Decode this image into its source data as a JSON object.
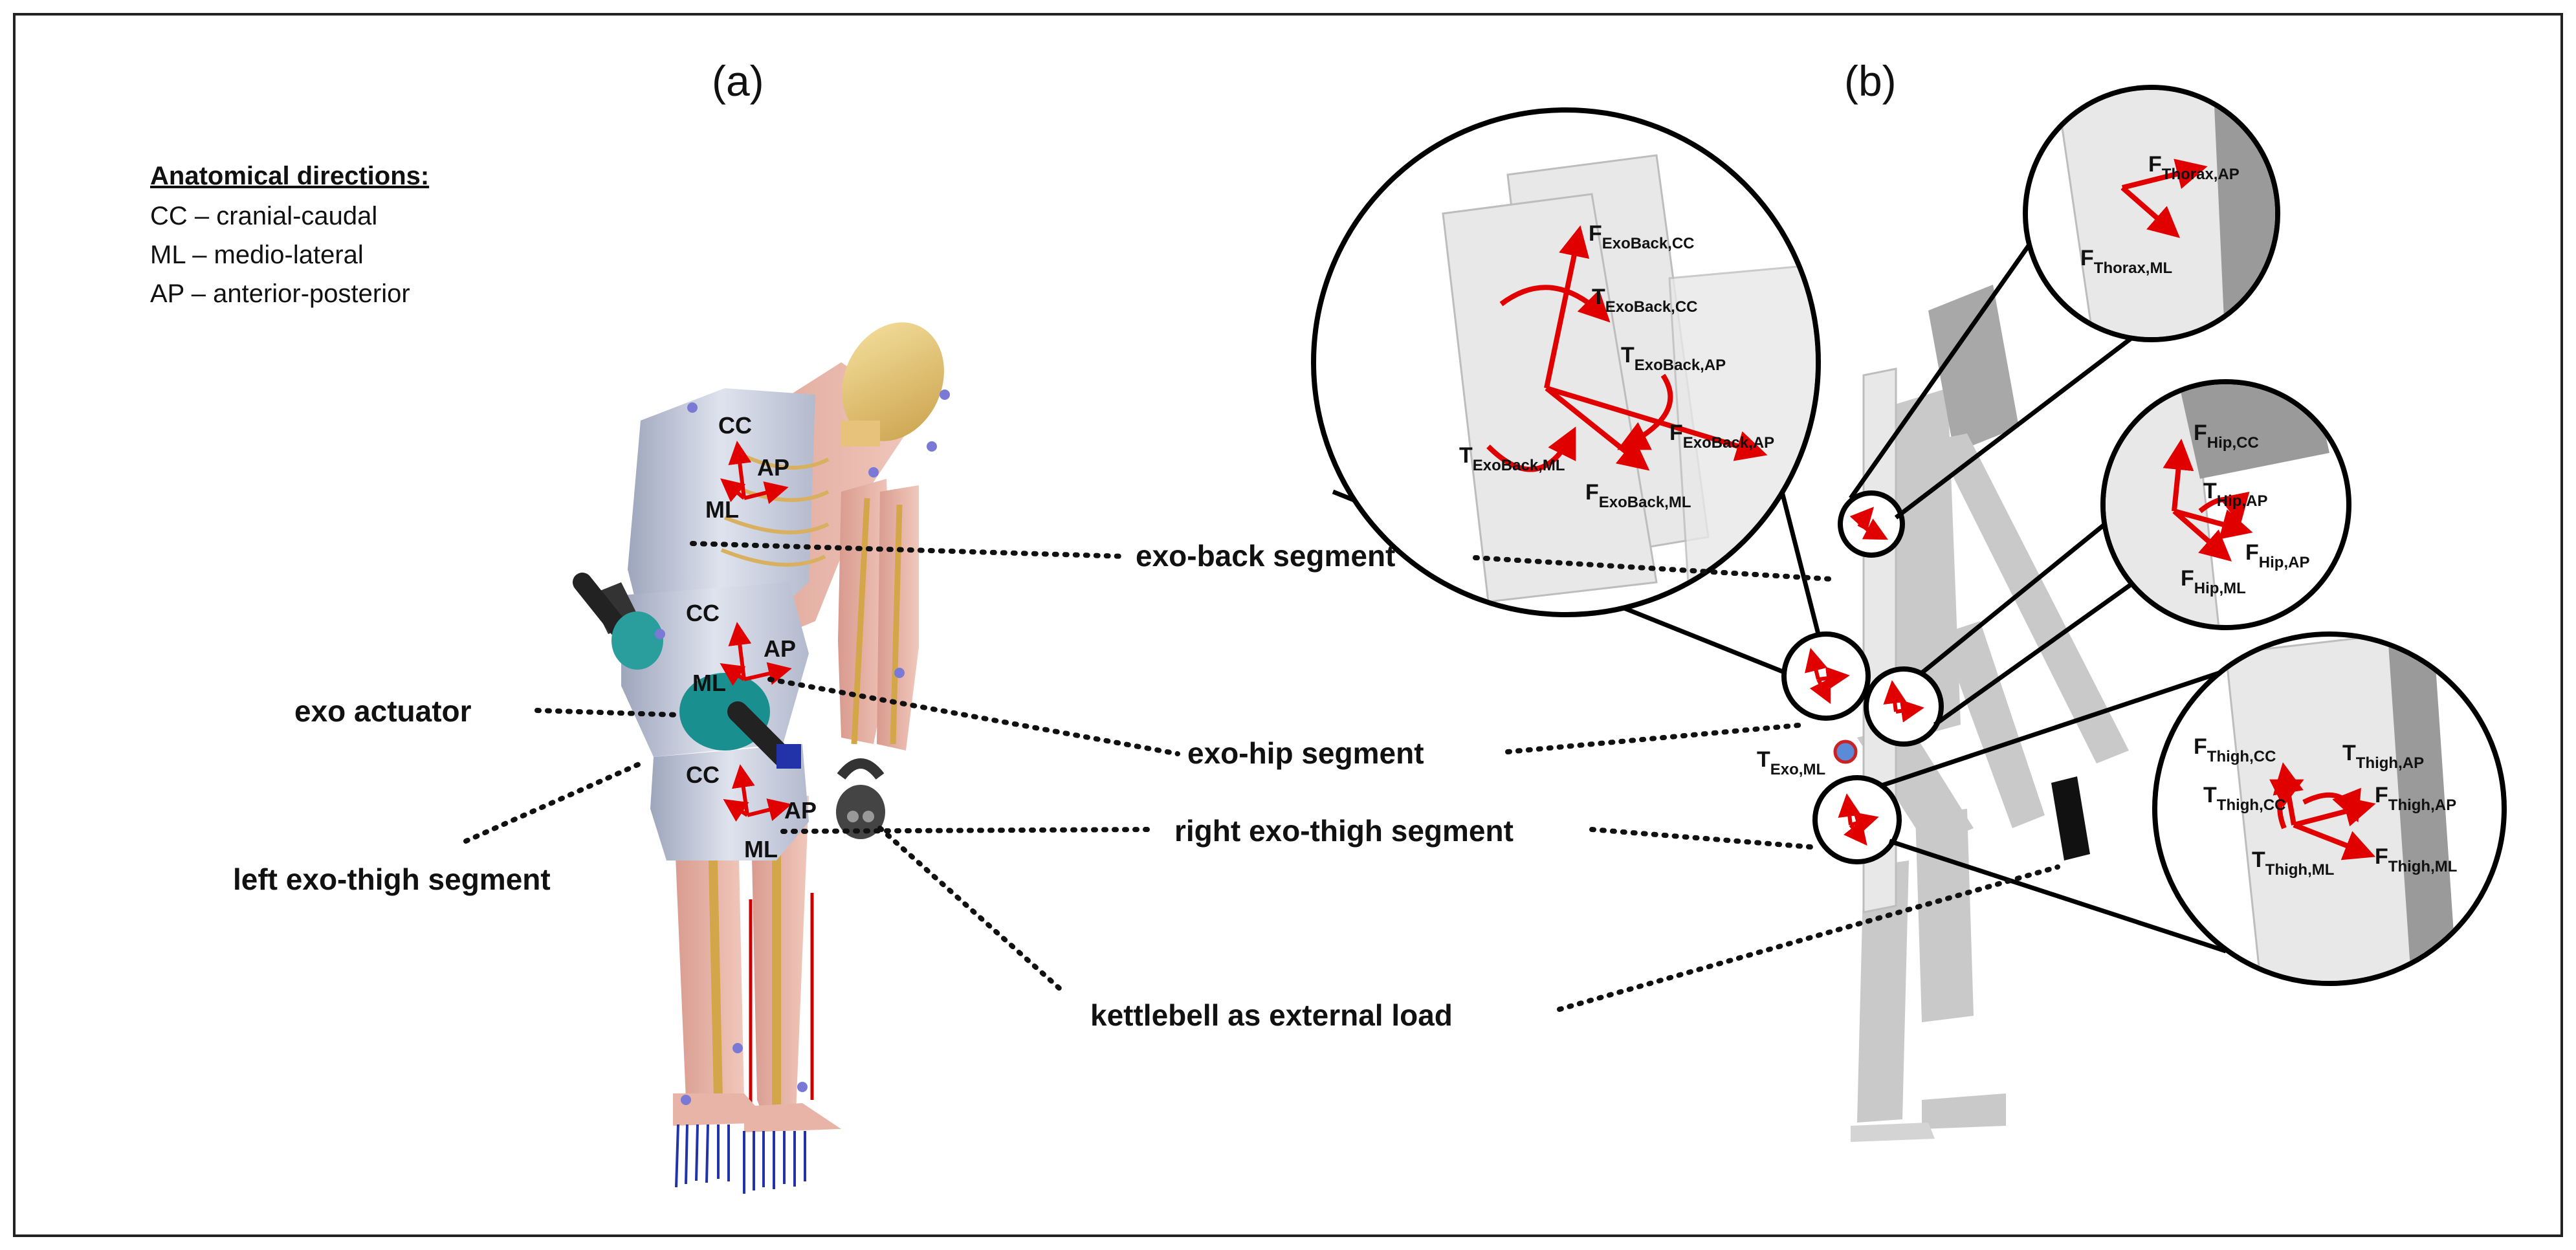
{
  "panels": {
    "a": "(a)",
    "b": "(b)"
  },
  "legend": {
    "title": "Anatomical directions:",
    "items": [
      "CC – cranial-caudal",
      "ML – medio-lateral",
      "AP – anterior-posterior"
    ]
  },
  "labels": {
    "exo_back": "exo-back segment",
    "exo_actuator": "exo actuator",
    "exo_hip": "exo-hip segment",
    "right_exo_thigh": "right exo-thigh segment",
    "left_exo_thigh": "left exo-thigh segment",
    "kettlebell": "kettlebell as external load"
  },
  "axes": {
    "cc": "CC",
    "ml": "ML",
    "ap": "AP"
  },
  "symbols": {
    "f": "F",
    "t": "T",
    "exoback_cc": "ExoBack,CC",
    "exoback_ap": "ExoBack,AP",
    "exoback_ml": "ExoBack,ML",
    "thorax_ap": "Thorax,AP",
    "thorax_ml": "Thorax,ML",
    "hip_cc": "Hip,CC",
    "hip_ap": "Hip,AP",
    "hip_ml": "Hip,ML",
    "exo_ml": "Exo,ML",
    "thigh_cc": "Thigh,CC",
    "thigh_ap": "Thigh,AP",
    "thigh_ml": "Thigh,ML"
  },
  "colors": {
    "force_arrow": "#e00000",
    "actuator": "#1a8f8f",
    "bone": "#e8c070",
    "muscle": "#e8b4a8",
    "exo_shell": "#c8cede"
  }
}
